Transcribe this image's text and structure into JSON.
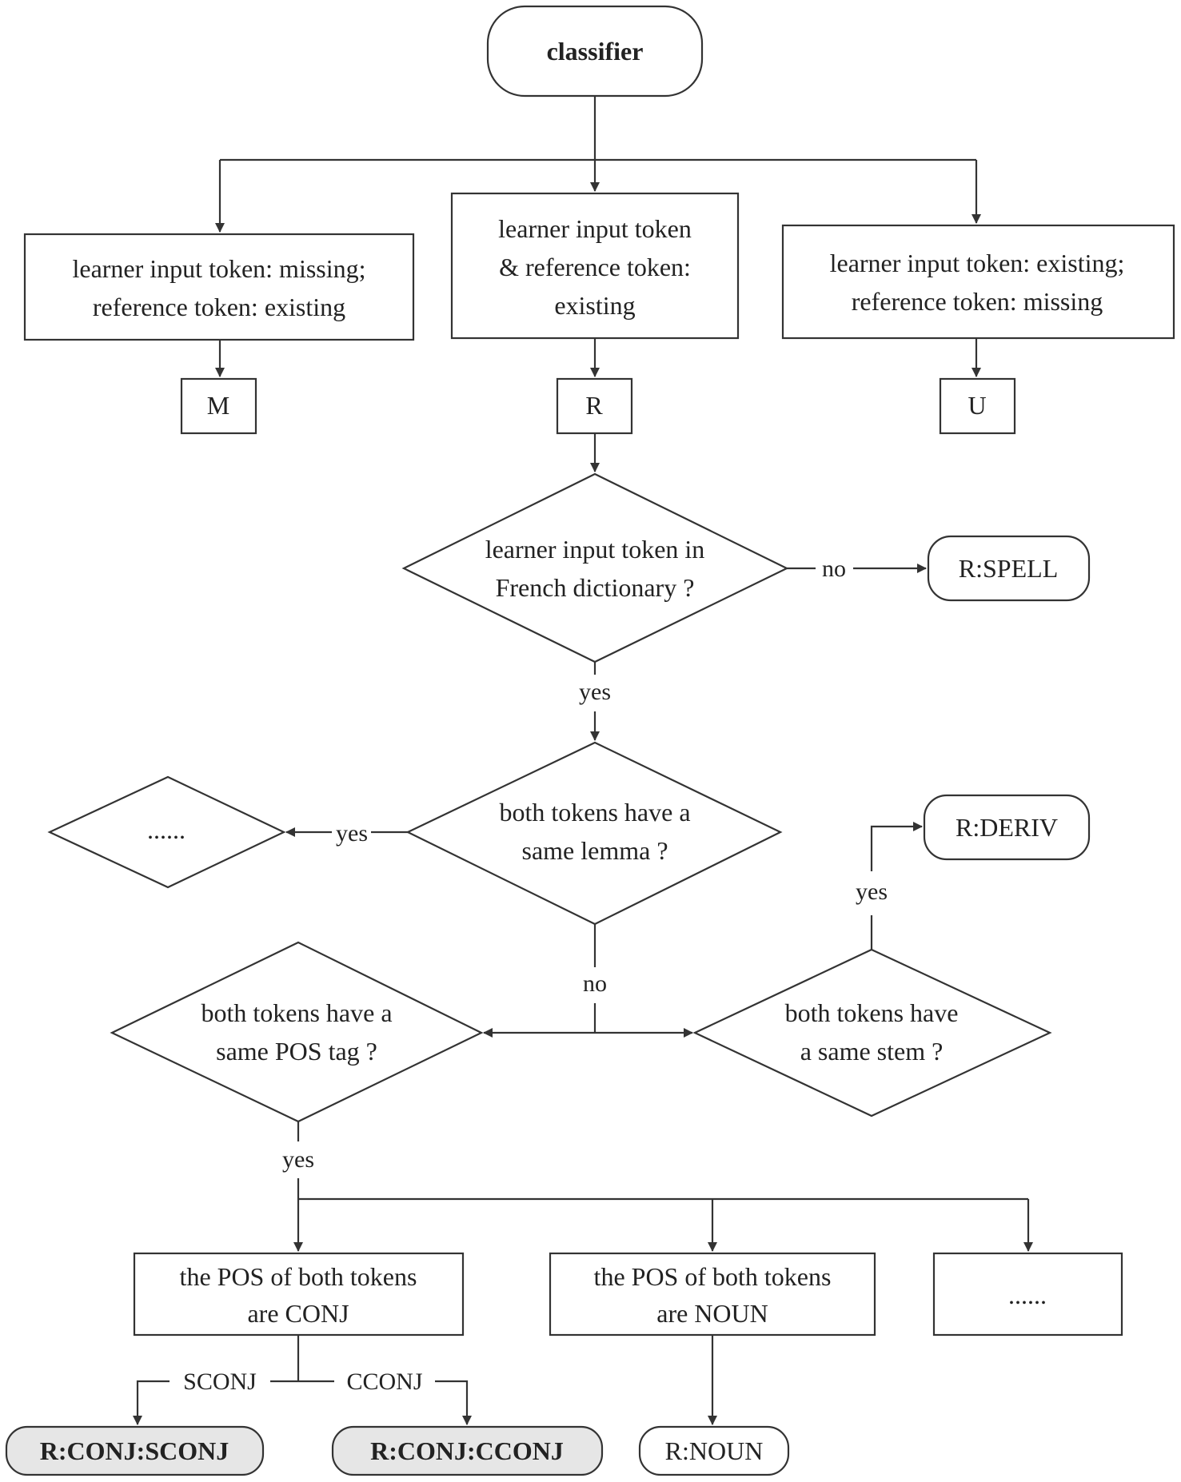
{
  "nodes": {
    "classifier": "classifier",
    "missing_case": [
      "learner input token: missing;",
      "reference token: existing"
    ],
    "replace_case": [
      "learner input token",
      "& reference token:",
      "existing"
    ],
    "unnecessary_case": [
      "learner input token: existing;",
      "reference token: missing"
    ],
    "m": "M",
    "r": "R",
    "u": "U",
    "in_dictionary": [
      "learner input token in",
      "French dictionary ?"
    ],
    "r_spell": "R:SPELL",
    "same_lemma": [
      "both tokens have a",
      "same lemma ?"
    ],
    "lemma_more": "......",
    "r_deriv": "R:DERIV",
    "same_pos": [
      "both tokens have a",
      "same POS tag ?"
    ],
    "same_stem": [
      "both tokens have",
      "a same stem ?"
    ],
    "pos_conj": [
      "the POS of both tokens",
      "are CONJ"
    ],
    "pos_noun": [
      "the POS of both tokens",
      "are NOUN"
    ],
    "pos_more": "......",
    "r_conj_sconj": "R:CONJ:SCONJ",
    "r_conj_cconj": "R:CONJ:CCONJ",
    "r_noun": "R:NOUN"
  },
  "edge_labels": {
    "dict_no": "no",
    "dict_yes": "yes",
    "lemma_yes": "yes",
    "lemma_no": "no",
    "stem_yes": "yes",
    "pos_yes": "yes",
    "sconj": "SCONJ",
    "cconj": "CCONJ"
  }
}
